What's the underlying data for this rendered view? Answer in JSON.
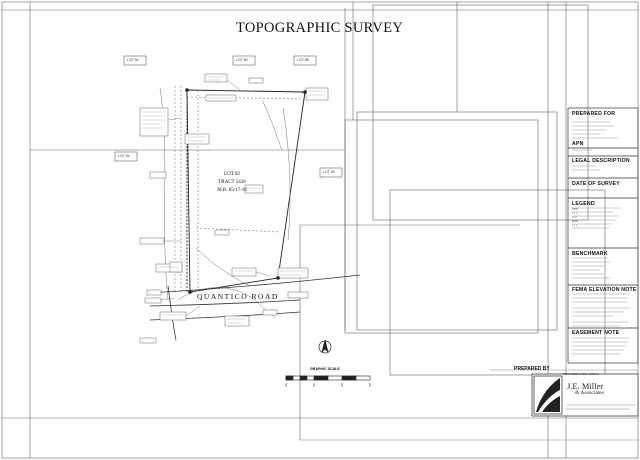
{
  "sheet": {
    "title": "TOPOGRAPHIC SURVEY",
    "road_name": "QUANTICO ROAD",
    "graphic_scale_label": "GRAPHIC SCALE"
  },
  "lot": {
    "line1": "LOT 92",
    "line2": "TRACT 5436",
    "line3": "M.B. 65/17-18"
  },
  "neighbor_lots": [
    "LOT 90",
    "LOT 89",
    "LOT 88",
    "LOT 91",
    "LOT 93"
  ],
  "title_block": {
    "sections": [
      {
        "key": "prepared_for",
        "heading": "PREPARED FOR"
      },
      {
        "key": "apn",
        "heading": "APN"
      },
      {
        "key": "legal",
        "heading": "LEGAL DESCRIPTION"
      },
      {
        "key": "date",
        "heading": "DATE OF SURVEY"
      },
      {
        "key": "legend",
        "heading": "LEGEND"
      },
      {
        "key": "benchmark",
        "heading": "BENCHMARK"
      },
      {
        "key": "fema",
        "heading": "FEMA ELEVATION NOTE"
      },
      {
        "key": "easement",
        "heading": "EASEMENT NOTE"
      }
    ]
  },
  "footer": {
    "prepared_by": "PREPARED BY",
    "prepared_date": "PREPARED DATE: 1/20/10",
    "company_name": "J.E. Miller",
    "company_line2": "& Associates"
  }
}
